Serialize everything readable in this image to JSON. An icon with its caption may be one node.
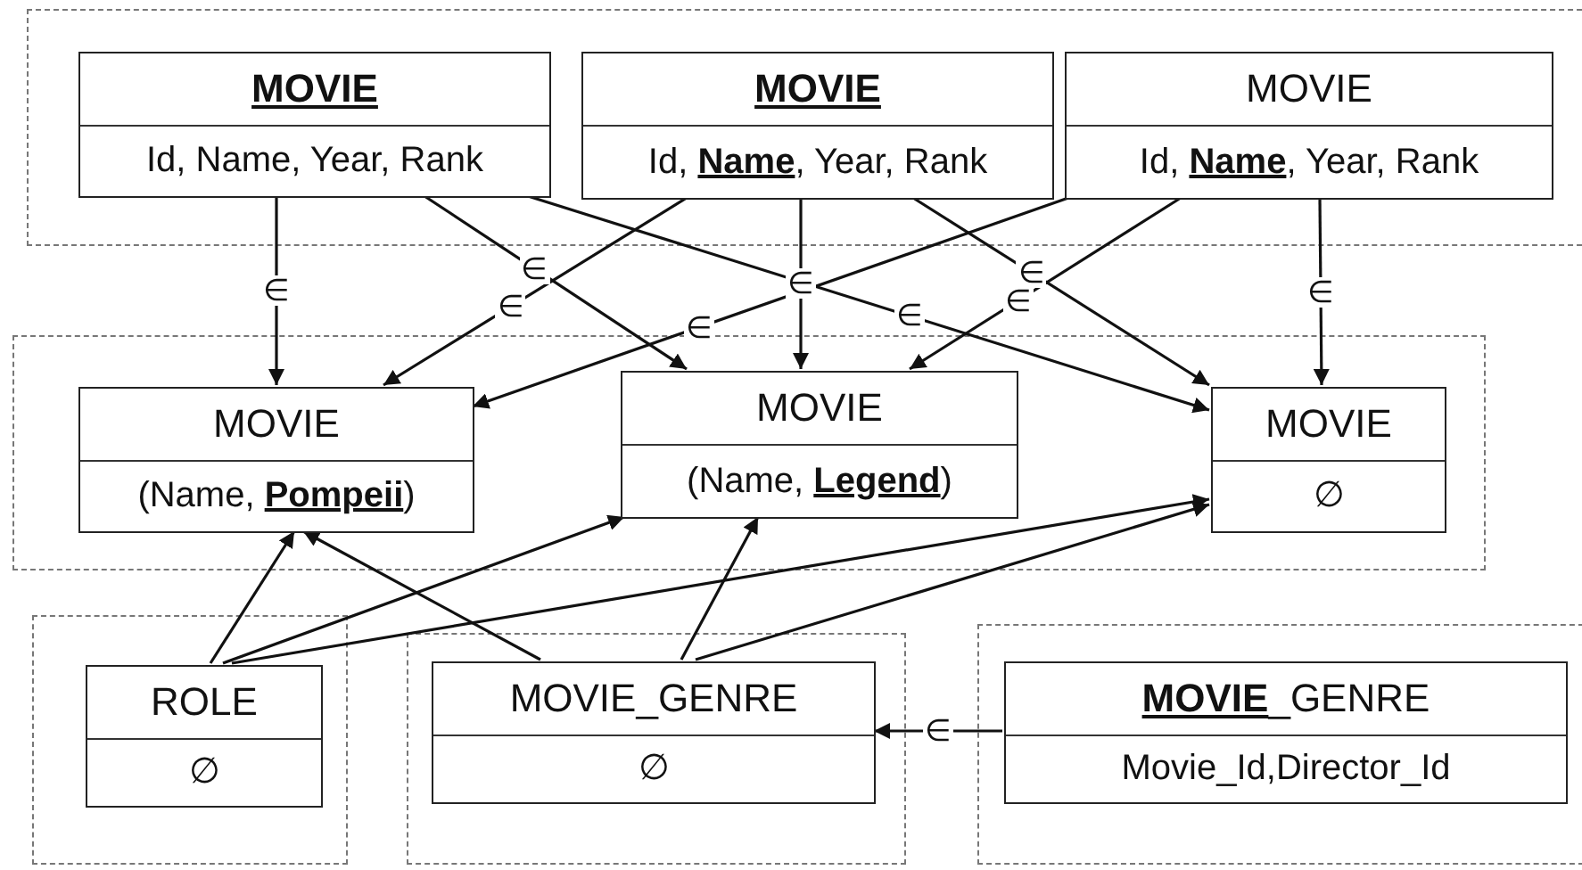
{
  "diagram": {
    "nodes": [
      {
        "text": [],
        "shape": "box"
      },
      {
        "text": [
          "MOVIE",
          "Id, Name, Year, Rank"
        ],
        "in": 0
      },
      {
        "text": [
          "MOVIE",
          "Id, **Name**, Year, Rank"
        ],
        "in": 0
      },
      {
        "text": [
          "MOVIE",
          "Id, **Name**, Year, Rank"
        ],
        "in": 0
      },
      {
        "text": [],
        "shape": "box"
      },
      {
        "text": [
          "MOVIE",
          "(Name, **Pompeii**)"
        ],
        "in": 4
      },
      {
        "text": [
          "MOVIE",
          "(Name, **Legend**)"
        ],
        "in": 4
      },
      {
        "text": [
          "MOVIE",
          "∅"
        ],
        "in": 4
      },
      {
        "text": [],
        "shape": "box"
      },
      {
        "text": [
          "ROLE",
          "∅"
        ],
        "in": 8
      },
      {
        "text": [],
        "shape": "box"
      },
      {
        "text": [
          "MOVIE_GENRE",
          "∅"
        ],
        "in": 10
      },
      {
        "text": [],
        "shape": "box"
      },
      {
        "text": [
          "**MOVIE**_GENRE",
          "Movie_Id,Director_Id"
        ],
        "in": 12
      }
    ],
    "edges": [
      {
        "from": 1,
        "to": 5,
        "arrow": "to",
        "label": "∈"
      },
      {
        "from": 1,
        "to": 6,
        "arrow": "to",
        "label": "∈"
      },
      {
        "from": 1,
        "to": 7,
        "arrow": "to",
        "label": "∈"
      },
      {
        "from": 2,
        "to": 5,
        "arrow": "to",
        "label": "∈"
      },
      {
        "from": 2,
        "to": 6,
        "arrow": "to",
        "label": "∈"
      },
      {
        "from": 2,
        "to": 7,
        "arrow": "to",
        "label": "∈"
      },
      {
        "from": 3,
        "to": 5,
        "arrow": "to",
        "label": "∈"
      },
      {
        "from": 3,
        "to": 6,
        "arrow": "to",
        "label": "∈"
      },
      {
        "from": 3,
        "to": 7,
        "arrow": "to",
        "label": "∈"
      },
      {
        "from": 9,
        "to": 5,
        "arrow": "to"
      },
      {
        "from": 9,
        "to": 6,
        "arrow": "to"
      },
      {
        "from": 9,
        "to": 7,
        "arrow": "to"
      },
      {
        "from": 11,
        "to": 5,
        "arrow": "to"
      },
      {
        "from": 11,
        "to": 6,
        "arrow": "to"
      },
      {
        "from": 11,
        "to": 7,
        "arrow": "to"
      },
      {
        "from": 13,
        "to": 11,
        "arrow": "to",
        "label": "∈"
      }
    ]
  }
}
